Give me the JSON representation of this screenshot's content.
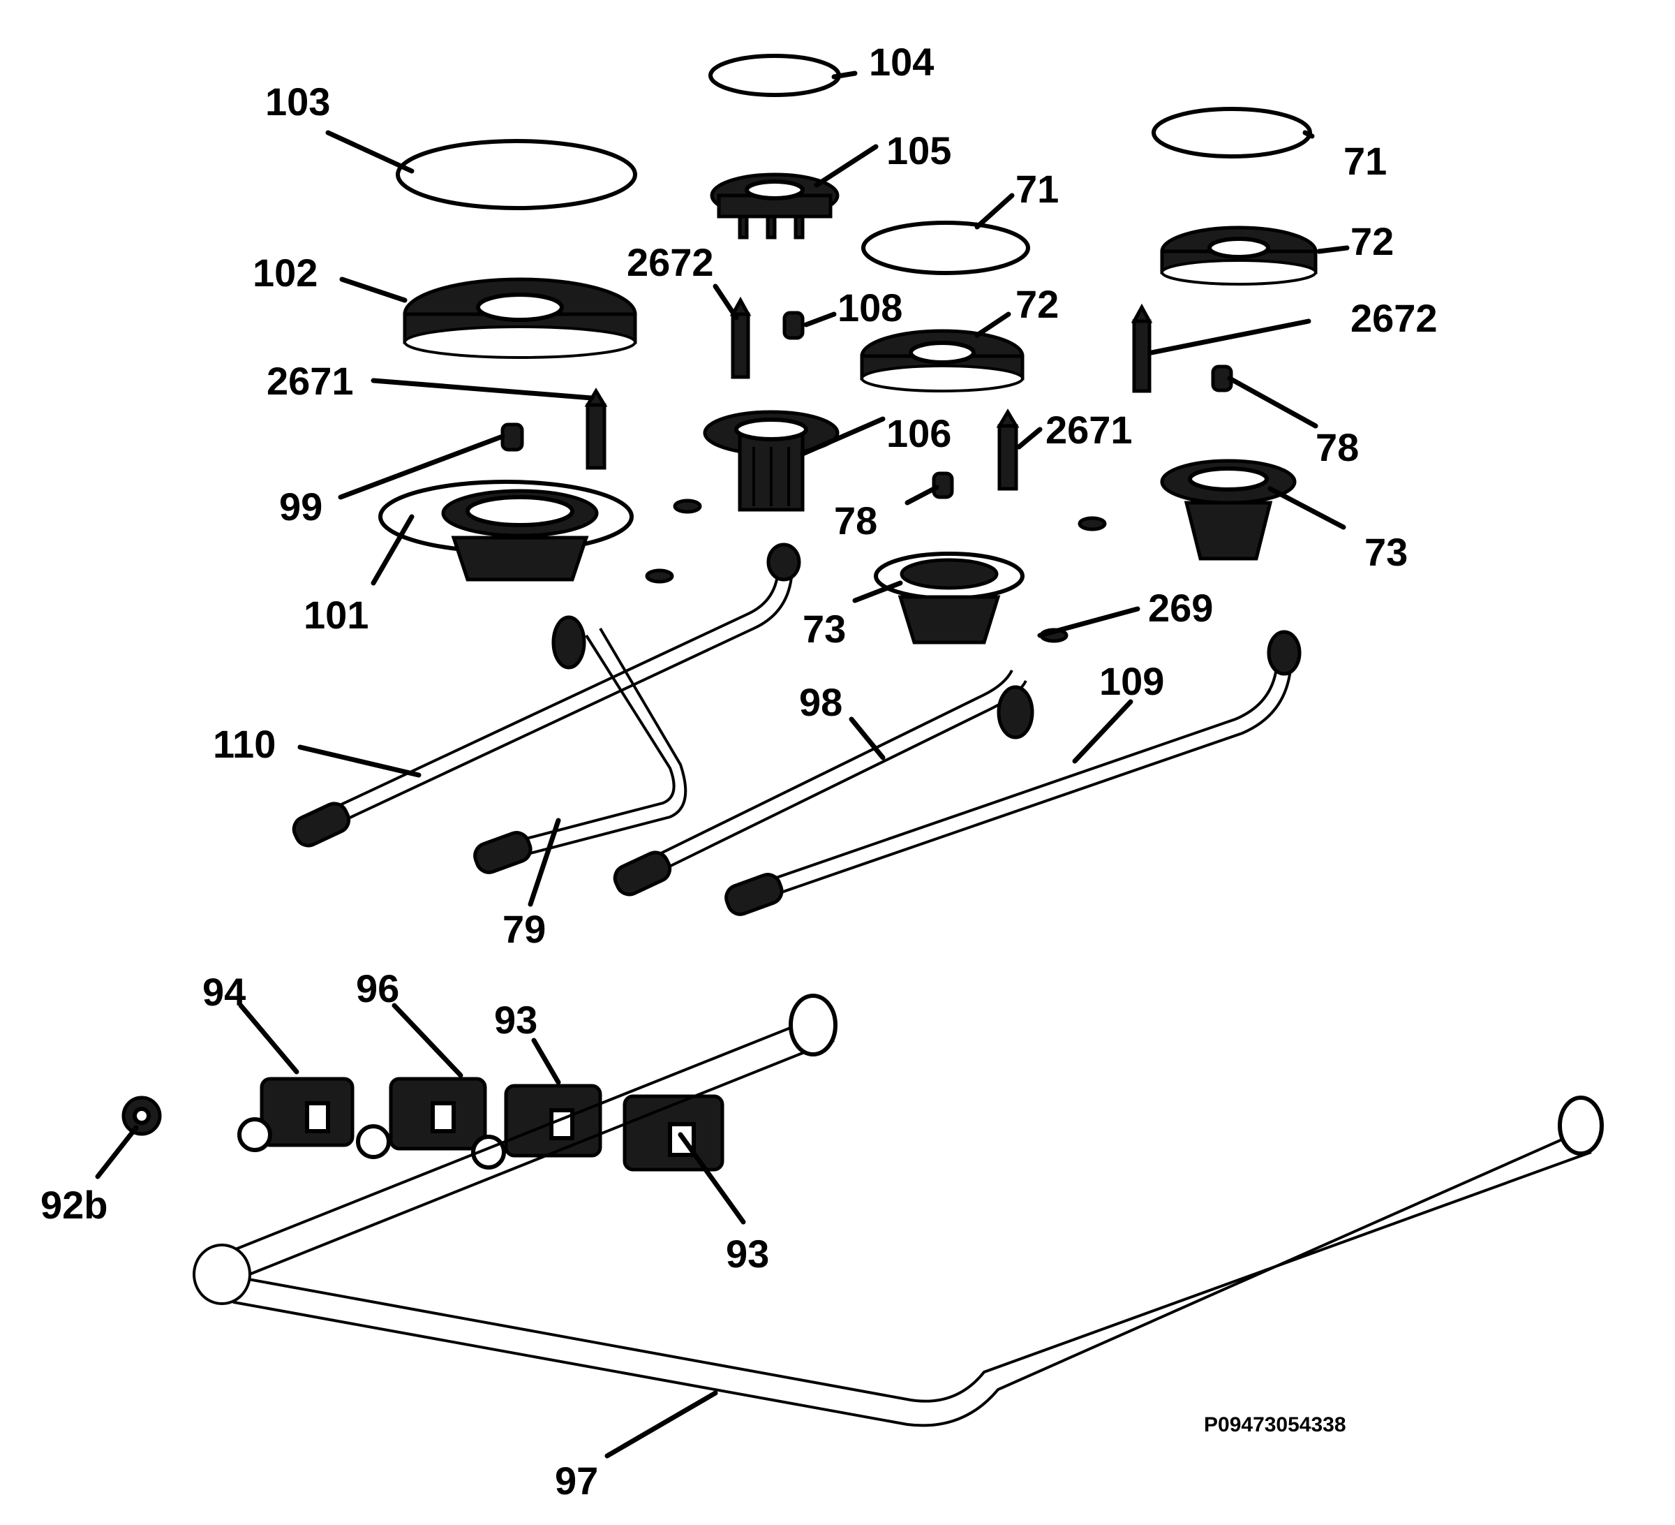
{
  "callouts": {
    "c103": "103",
    "c104": "104",
    "c105": "105",
    "c71a": "71",
    "c71b": "71",
    "c102": "102",
    "c2672a": "2672",
    "c108": "108",
    "c72a": "72",
    "c72b": "72",
    "c2672b": "2672",
    "c2671a": "2671",
    "c106": "106",
    "c2671b": "2671",
    "c78a": "78",
    "c78b": "78",
    "c99": "99",
    "c73a": "73",
    "c73b": "73",
    "c101": "101",
    "c269": "269",
    "c110": "110",
    "c98": "98",
    "c109": "109",
    "c79": "79",
    "c94": "94",
    "c96": "96",
    "c93a": "93",
    "c93b": "93",
    "c92b": "92b",
    "c97": "97"
  },
  "reference_code": "P09473054338"
}
